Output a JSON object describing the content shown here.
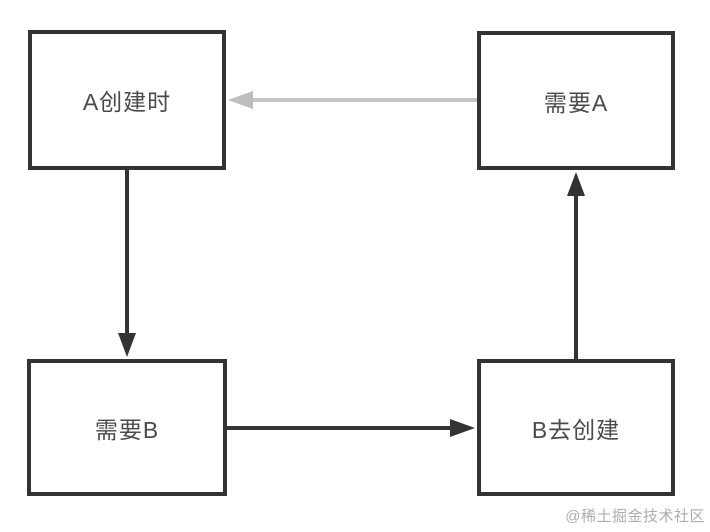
{
  "diagram": {
    "nodes": [
      {
        "id": "a-create",
        "label": "A创建时"
      },
      {
        "id": "need-a",
        "label": "需要A"
      },
      {
        "id": "need-b",
        "label": "需要B"
      },
      {
        "id": "b-create",
        "label": "B去创建"
      }
    ],
    "edges": [
      {
        "from": "need-a",
        "to": "a-create",
        "style": "gray",
        "direction": "left"
      },
      {
        "from": "a-create",
        "to": "need-b",
        "style": "black",
        "direction": "down"
      },
      {
        "from": "need-b",
        "to": "b-create",
        "style": "black",
        "direction": "right"
      },
      {
        "from": "b-create",
        "to": "need-a",
        "style": "black",
        "direction": "up"
      }
    ],
    "colors": {
      "background": "#ffffff",
      "box_border": "#333333",
      "text": "#4a4a4a",
      "arrow_black": "#333333",
      "arrow_gray": "#c6c6c6",
      "watermark": "#adadad"
    }
  },
  "watermark": {
    "text": "@稀土掘金技术社区"
  }
}
